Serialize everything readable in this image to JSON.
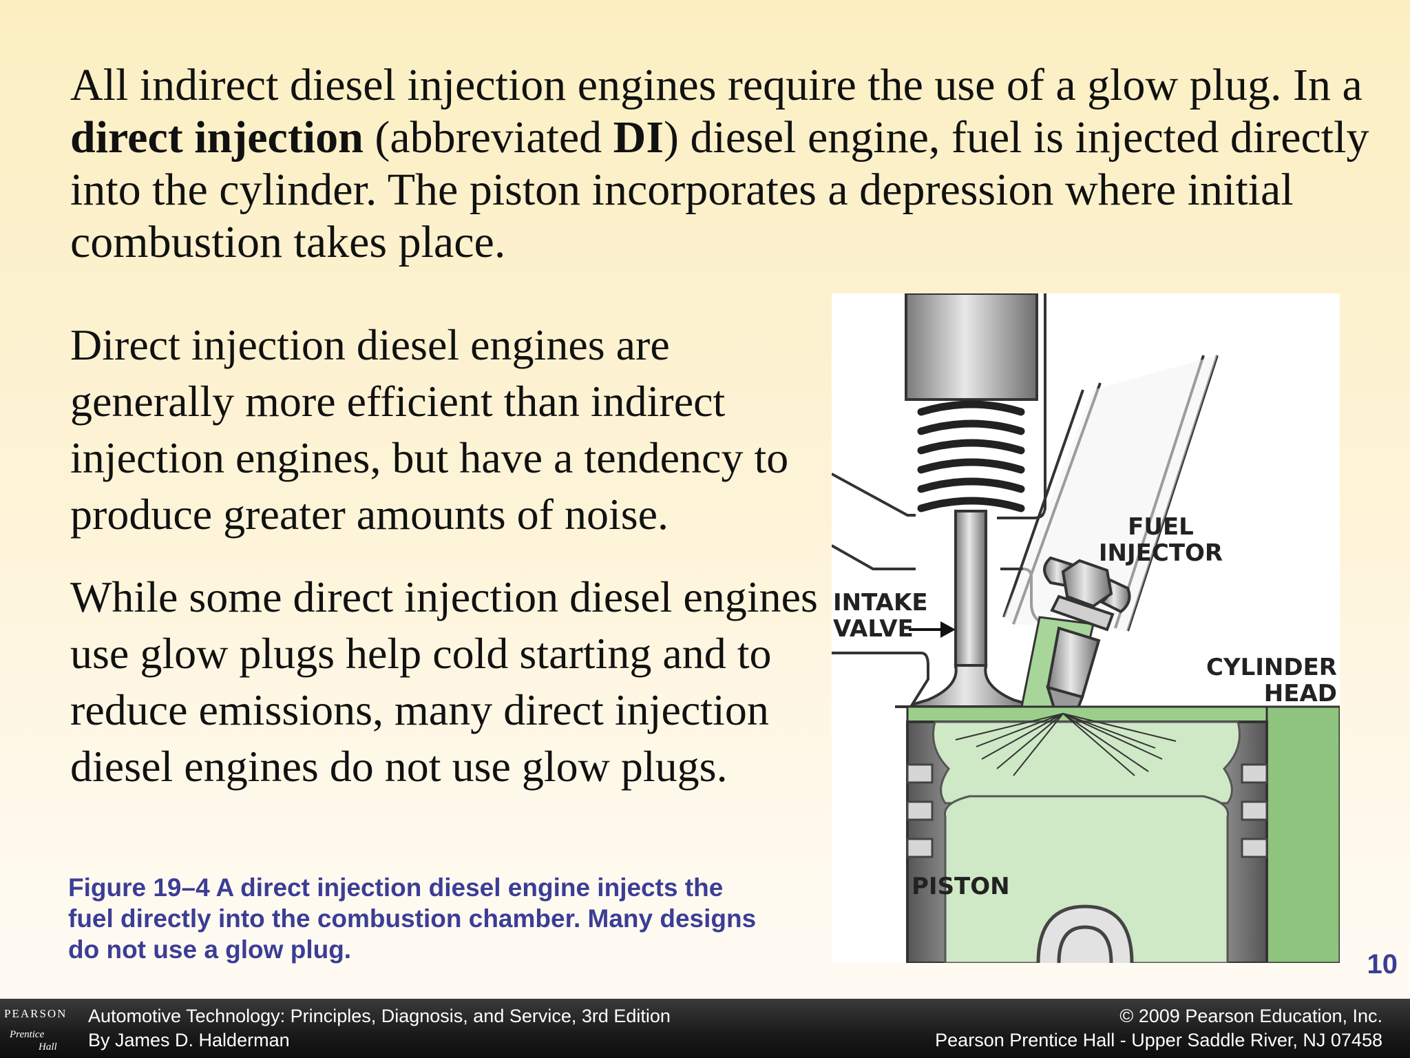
{
  "slide": {
    "para1": {
      "part1": "All indirect diesel injection engines require the use of a glow plug. In a ",
      "bold1": "direct injection",
      "part2": " (abbreviated ",
      "bold2": "DI",
      "part3": ") diesel engine, fuel is injected directly into the cylinder. The piston incorporates a depression where initial combustion takes place."
    },
    "para2": "Direct injection diesel engines are generally more efficient than indirect injection engines, but have a tendency to produce greater amounts of noise.",
    "para3": "While some direct injection diesel engines use glow plugs help cold starting and to reduce emissions, many direct injection diesel engines do not use glow plugs.",
    "caption": "Figure 19–4   A direct injection diesel engine injects the fuel directly into the combustion chamber. Many designs do not use a glow plug.",
    "page_number": "10"
  },
  "figure": {
    "labels": {
      "fuel": "FUEL",
      "injector": "INJECTOR",
      "intake": "INTAKE",
      "valve": "VALVE",
      "cylinder": "CYLINDER",
      "head": "HEAD",
      "piston": "PISTON"
    }
  },
  "footer": {
    "logo_pearson": "PEARSON",
    "logo_prentice": "Prentice",
    "logo_hall": "Hall",
    "book_title": "Automotive Technology: Principles, Diagnosis, and Service, 3rd Edition",
    "author": "By James D. Halderman",
    "copyright": "© 2009 Pearson Education, Inc.",
    "publisher": "Pearson Prentice Hall - Upper Saddle River, NJ 07458"
  }
}
